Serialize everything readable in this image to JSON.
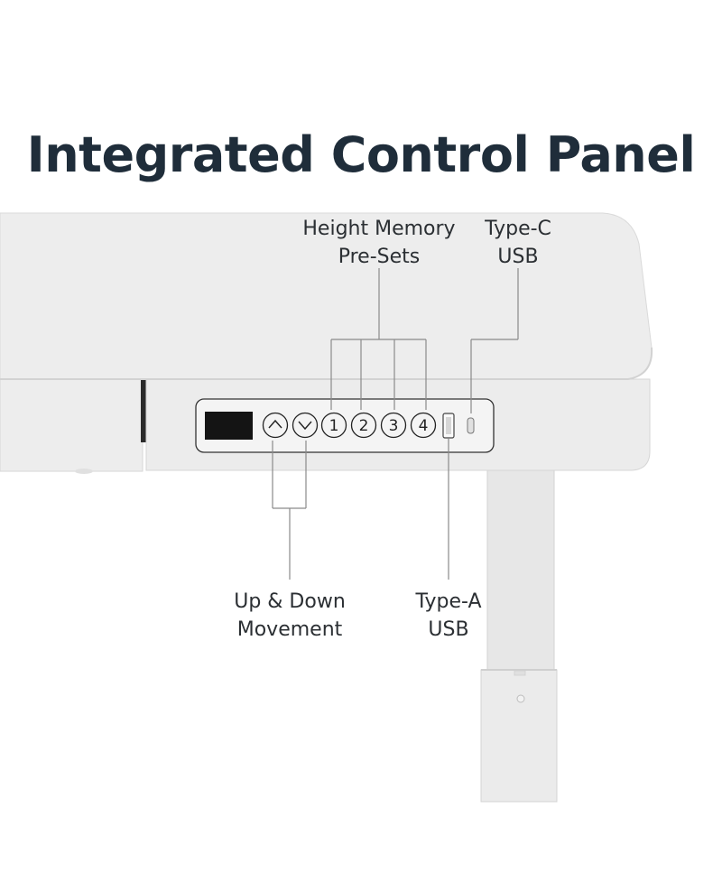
{
  "title": "Integrated Control Panel",
  "labels": {
    "height_memory": [
      "Height Memory",
      "Pre-Sets"
    ],
    "type_c": [
      "Type-C",
      "USB"
    ],
    "up_down": [
      "Up & Down",
      "Movement"
    ],
    "type_a": [
      "Type-A",
      "USB"
    ]
  },
  "panel": {
    "preset_buttons": [
      "1",
      "2",
      "3",
      "4"
    ]
  },
  "colors": {
    "title": "#1f2d3a",
    "desk": "#ececec",
    "frame": "#e6e6e6",
    "display": "#141414",
    "leader": "#8a8a8a"
  },
  "icons": {
    "up": "chevron-up-icon",
    "down": "chevron-down-icon",
    "usb_a": "usb-a-port-icon",
    "usb_c": "usb-c-port-icon"
  }
}
